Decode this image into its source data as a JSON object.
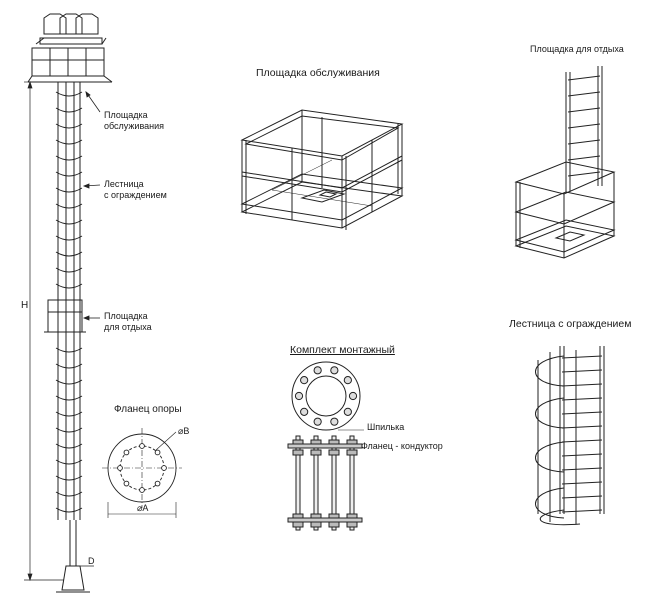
{
  "mast": {
    "dim_height": "H",
    "dim_diameter": "D",
    "callouts": {
      "service_platform": [
        "Площадка",
        "обслуживания"
      ],
      "ladder": [
        "Лестница",
        "с ограждением"
      ],
      "rest_platform": [
        "Площадка",
        "для отдыха"
      ]
    }
  },
  "flange": {
    "title": "Фланец опоры",
    "dim_a": "⌀A",
    "dim_b": "⌀B"
  },
  "kit": {
    "title": "Комплект монтажный",
    "stud_label": "Шпилька",
    "flange_label": "Фланец - кондуктор"
  },
  "panels": {
    "service_platform_title": "Площадка обслуживания",
    "rest_platform_title": "Площадка для отдыха",
    "ladder_title": "Лестница с ограждением"
  }
}
